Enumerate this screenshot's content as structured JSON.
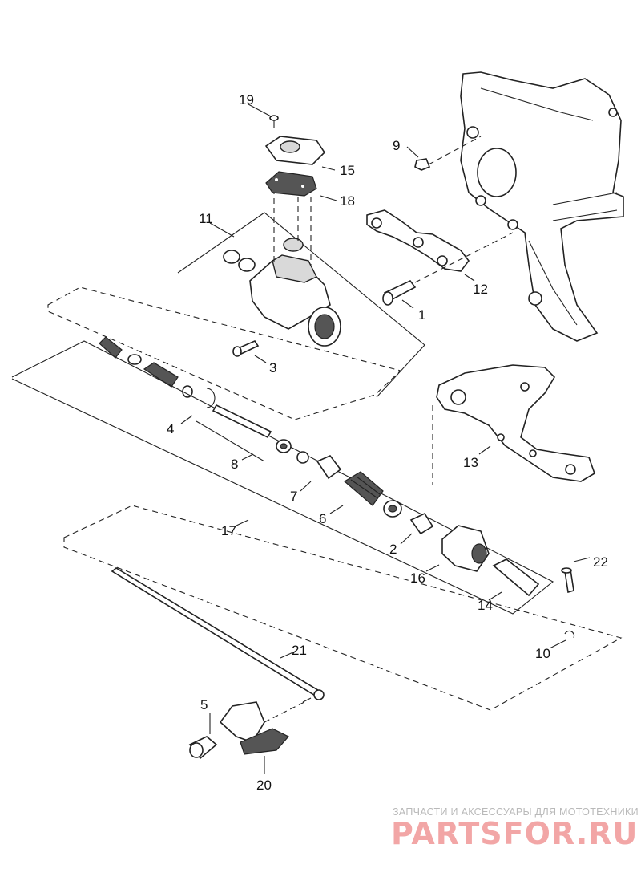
{
  "callouts": {
    "c1": "1",
    "c2": "2",
    "c3": "3",
    "c4": "4",
    "c5": "5",
    "c6": "6",
    "c7": "7",
    "c8": "8",
    "c9": "9",
    "c10": "10",
    "c11": "11",
    "c12": "12",
    "c13": "13",
    "c14": "14",
    "c15": "15",
    "c16": "16",
    "c17": "17",
    "c18": "18",
    "c19": "19",
    "c20": "20",
    "c21": "21",
    "c22": "22"
  },
  "watermark": {
    "tagline": "ЗАПЧАСТИ И АКСЕССУАРЫ ДЛЯ МОТОТЕХНИКИ",
    "logo": "PARTSFOR.RU"
  },
  "colors": {
    "line": "#222222",
    "watermark_logo": "#f2a6a6",
    "watermark_text": "#b9b9b9"
  }
}
